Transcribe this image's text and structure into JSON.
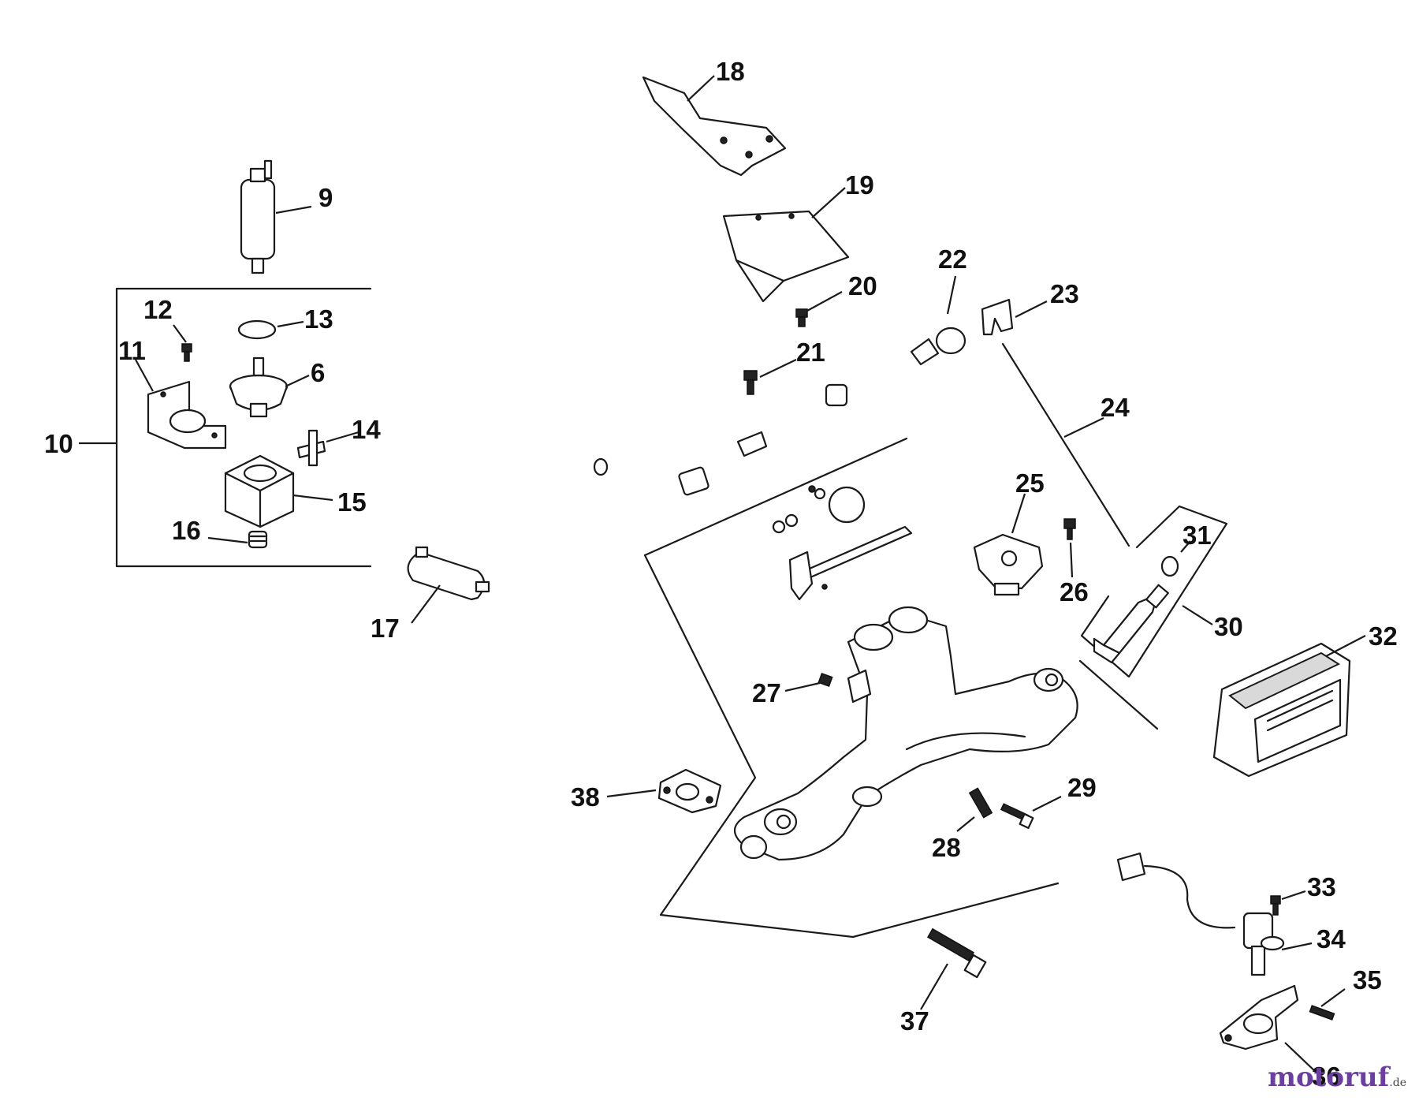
{
  "callouts": {
    "c6": "6",
    "c9": "9",
    "c10": "10",
    "c11": "11",
    "c12": "12",
    "c13": "13",
    "c14": "14",
    "c15": "15",
    "c16": "16",
    "c17": "17",
    "c18": "18",
    "c19": "19",
    "c20": "20",
    "c21": "21",
    "c22": "22",
    "c23": "23",
    "c24": "24",
    "c25": "25",
    "c26": "26",
    "c27": "27",
    "c28": "28",
    "c29": "29",
    "c30": "30",
    "c31": "31",
    "c32": "32",
    "c33": "33",
    "c34": "34",
    "c35": "35",
    "c36": "36",
    "c37": "37",
    "c38": "38"
  },
  "watermark": {
    "text": "motoruf",
    "suffix": ".de"
  }
}
